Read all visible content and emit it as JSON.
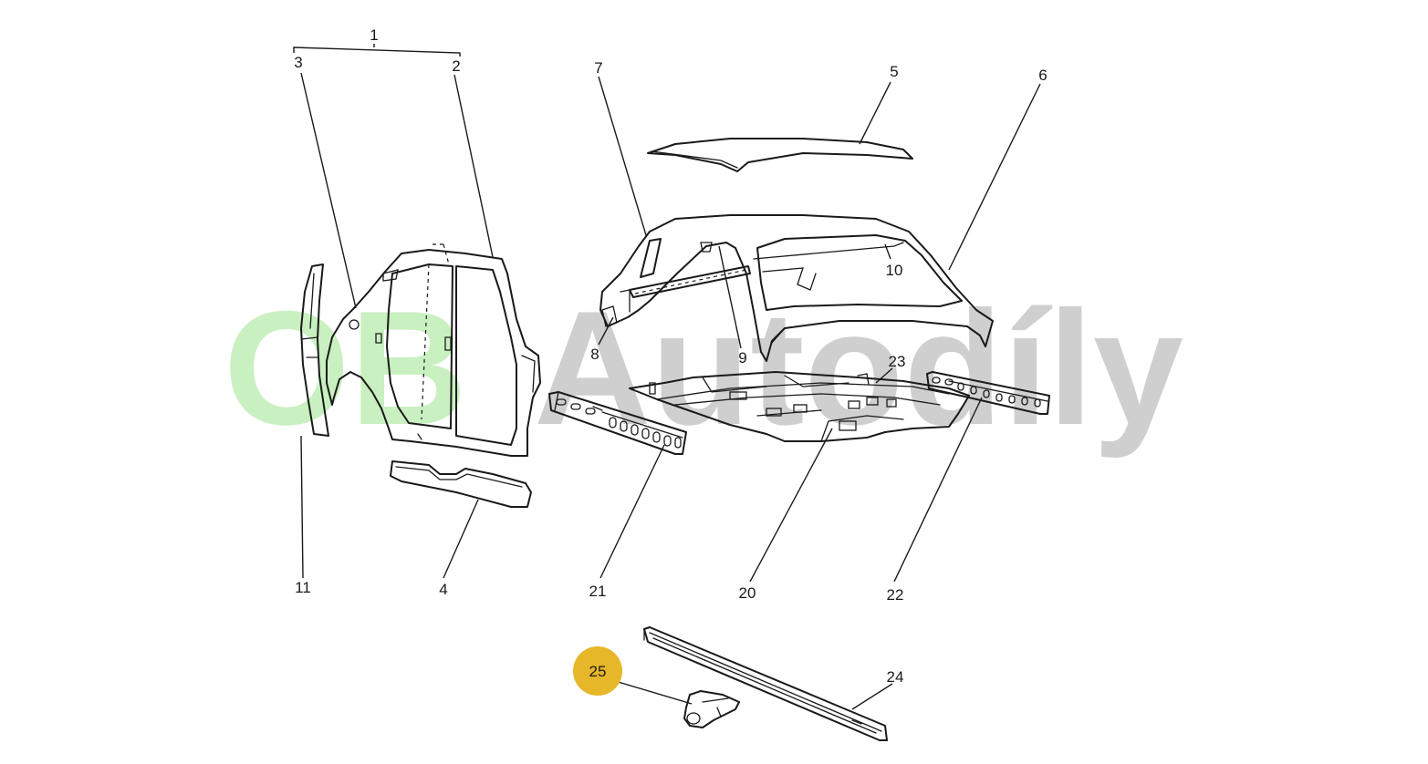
{
  "watermark": {
    "prefix": "OB",
    "word": "Autodíly",
    "prefix_color": "#c9f0c0",
    "word_color": "#cfcfcf"
  },
  "highlight_color": "#e7b72a",
  "callouts": {
    "c1": "1",
    "c2": "2",
    "c3": "3",
    "c4": "4",
    "c5": "5",
    "c6": "6",
    "c7": "7",
    "c8": "8",
    "c9": "9",
    "c10": "10",
    "c11": "11",
    "c20": "20",
    "c21": "21",
    "c22": "22",
    "c23": "23",
    "c24": "24",
    "c25": "25"
  }
}
